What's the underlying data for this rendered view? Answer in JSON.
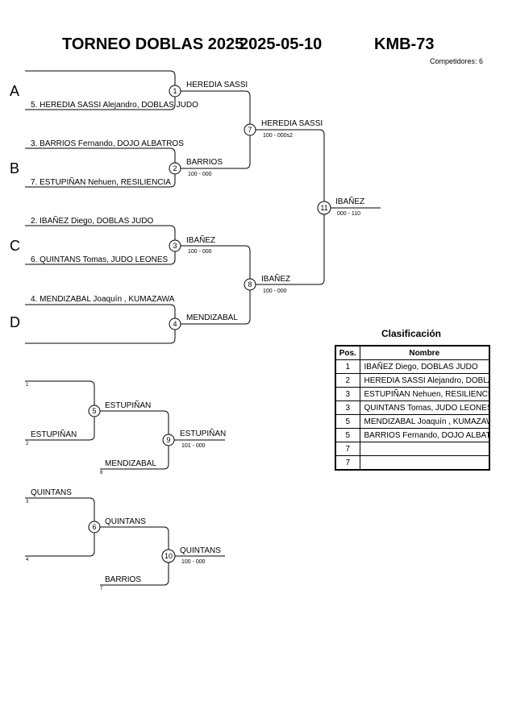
{
  "header": {
    "tournament": "TORNEO DOBLAS 2025",
    "date": "2025-05-10",
    "category": "KMB-73",
    "competitors": "Competidores: 6"
  },
  "pools": [
    "A",
    "B",
    "C",
    "D"
  ],
  "entries": [
    {
      "id": "e-a1",
      "name": ""
    },
    {
      "id": "e-a2",
      "name": "5. HEREDIA SASSI Alejandro, DOBLAS JUDO"
    },
    {
      "id": "e-b1",
      "name": "3. BARRIOS Fernando, DOJO ALBATROS"
    },
    {
      "id": "e-b2",
      "name": "7. ESTUPIÑAN Nehuen, RESILIENCIA"
    },
    {
      "id": "e-c1",
      "name": "2. IBAÑEZ Diego, DOBLAS JUDO"
    },
    {
      "id": "e-c2",
      "name": "6. QUINTANS Tomas, JUDO LEONES"
    },
    {
      "id": "e-d1",
      "name": "4. MENDIZABAL Joaquín , KUMAZAWA"
    },
    {
      "id": "e-d2",
      "name": ""
    }
  ],
  "matches": [
    {
      "num": "1",
      "winner": "HEREDIA SASSI",
      "score": ""
    },
    {
      "num": "2",
      "winner": "BARRIOS",
      "score": "100 - 000"
    },
    {
      "num": "3",
      "winner": "IBAÑEZ",
      "score": "100 - 000"
    },
    {
      "num": "4",
      "winner": "MENDIZABAL",
      "score": ""
    },
    {
      "num": "7",
      "winner": "HEREDIA SASSI",
      "score": "100 - 000s2"
    },
    {
      "num": "8",
      "winner": "IBAÑEZ",
      "score": "100 - 000"
    },
    {
      "num": "11",
      "winner": "IBAÑEZ",
      "score": "000 - 110"
    }
  ],
  "repechage": [
    {
      "entries": [
        {
          "name": "",
          "ref": "1"
        },
        {
          "name": "ESTUPIÑAN",
          "ref": "2"
        },
        {
          "name": "MENDIZABAL",
          "ref": "8"
        }
      ],
      "matches": [
        {
          "num": "5",
          "winner": "ESTUPIÑAN",
          "score": ""
        },
        {
          "num": "9",
          "winner": "ESTUPIÑAN",
          "score": "101 - 000"
        }
      ]
    },
    {
      "entries": [
        {
          "name": "QUINTANS",
          "ref": "3"
        },
        {
          "name": "",
          "ref": "4"
        },
        {
          "name": "BARRIOS",
          "ref": "7"
        }
      ],
      "matches": [
        {
          "num": "6",
          "winner": "QUINTANS",
          "score": ""
        },
        {
          "num": "10",
          "winner": "QUINTANS",
          "score": "100 - 000"
        }
      ]
    }
  ],
  "classification": {
    "title": "Clasificación",
    "col_pos": "Pos.",
    "col_name": "Nombre",
    "rows": [
      {
        "pos": "1",
        "name": "IBAÑEZ Diego, DOBLAS JUDO"
      },
      {
        "pos": "2",
        "name": "HEREDIA SASSI Alejandro, DOBLAS JUDO"
      },
      {
        "pos": "3",
        "name": "ESTUPIÑAN Nehuen, RESILIENCIA"
      },
      {
        "pos": "3",
        "name": "QUINTANS Tomas, JUDO LEONES"
      },
      {
        "pos": "5",
        "name": "MENDIZABAL Joaquín , KUMAZAWA"
      },
      {
        "pos": "5",
        "name": "BARRIOS Fernando, DOJO ALBATROS"
      },
      {
        "pos": "7",
        "name": ""
      },
      {
        "pos": "7",
        "name": ""
      }
    ]
  }
}
